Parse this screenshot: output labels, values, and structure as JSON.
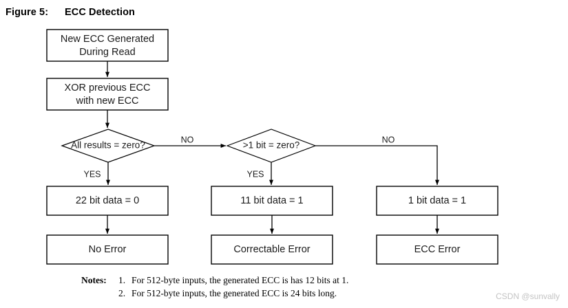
{
  "figure": {
    "label": "Figure 5:",
    "title": "ECC Detection"
  },
  "flowchart": {
    "nodes": {
      "start": {
        "line1": "New ECC Generated",
        "line2": "During Read"
      },
      "xor": {
        "line1": "XOR previous ECC",
        "line2": "with new ECC"
      },
      "decision1": {
        "text": "All results = zero?"
      },
      "decision2": {
        "text": ">1 bit = zero?"
      },
      "result1": {
        "text": "22 bit data = 0"
      },
      "result2": {
        "text": "11 bit data = 1"
      },
      "result3": {
        "text": "1 bit data = 1"
      },
      "outcome1": {
        "text": "No Error"
      },
      "outcome2": {
        "text": "Correctable Error"
      },
      "outcome3": {
        "text": "ECC Error"
      }
    },
    "edge_labels": {
      "d1_no": "NO",
      "d1_yes": "YES",
      "d2_no": "NO",
      "d2_yes": "YES"
    },
    "colors": {
      "stroke": "#000000",
      "fill": "#ffffff",
      "text": "#1a1a1a"
    }
  },
  "notes": {
    "heading": "Notes:",
    "items": [
      {
        "num": "1.",
        "text": "For 512-byte inputs, the generated ECC is has 12 bits at 1."
      },
      {
        "num": "2.",
        "text": "For 512-byte inputs, the generated ECC is 24 bits long."
      }
    ]
  },
  "watermark": {
    "text": "CSDN @sunvally"
  }
}
